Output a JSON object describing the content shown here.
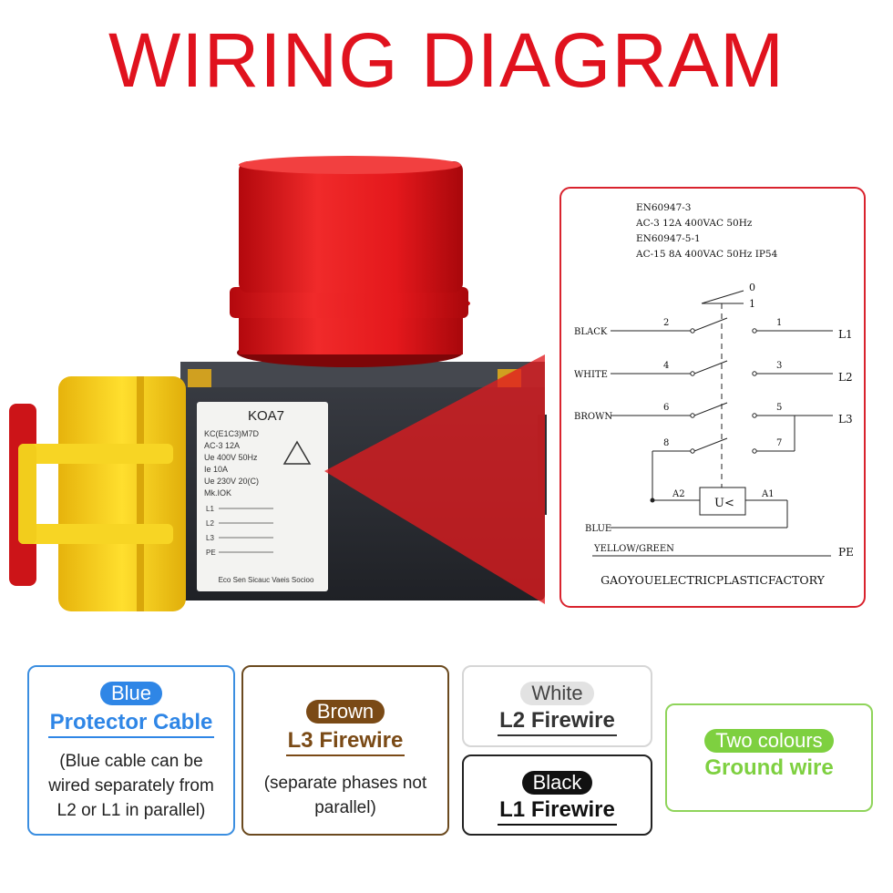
{
  "title": "WIRING DIAGRAM",
  "product": {
    "label_title": "KOA7",
    "label_lines": [
      "KC(E1C3)M7D",
      "AC-3 12A",
      "Ue 400V 50Hz",
      "Ie 10A",
      "Ue 230V 20(C)",
      "Mk.IOK"
    ],
    "label_pins": [
      "L1",
      "L2",
      "L3",
      "PE"
    ],
    "label_footer": "Eco Sen Sicauc Vaeis Socioo"
  },
  "schematic": {
    "spec_lines": [
      "EN60947-3",
      "AC-3  12A 400VAC  50Hz",
      "EN60947-5-1",
      "AC-15 8A  400VAC 50Hz  IP54"
    ],
    "position_labels": [
      "0",
      "1"
    ],
    "wires": [
      {
        "left": "BLACK",
        "in": "2",
        "out": "1",
        "right": "L1"
      },
      {
        "left": "WHITE",
        "in": "4",
        "out": "3",
        "right": "L2"
      },
      {
        "left": "BROWN",
        "in": "6",
        "out": "5",
        "right": "L3"
      }
    ],
    "aux_in": "8",
    "aux_out": "7",
    "coil": {
      "label": "U<",
      "a2": "A2",
      "a1": "A1"
    },
    "blue": "BLUE",
    "ground_left": "YELLOW/GREEN",
    "ground_right": "PE",
    "factory": "GAOYOUELECTRICPLASTICFACTORY"
  },
  "legend": {
    "blue": {
      "pill": "Blue",
      "heading": "Protector Cable",
      "note_lines": [
        "(Blue cable can be",
        "wired separately from",
        "L2 or L1 in parallel)"
      ],
      "color": "#2f86e6"
    },
    "brown": {
      "pill": "Brown",
      "heading": "L3 Firewire",
      "note_lines": [
        "(separate phases not",
        "parallel)"
      ],
      "color": "#7a4a16"
    },
    "white": {
      "pill": "White",
      "heading": "L2 Firewire",
      "color": "#e2e2e2"
    },
    "black": {
      "pill": "Black",
      "heading": "L1 Firewire",
      "color": "#111111"
    },
    "ground": {
      "pill": "Two colours",
      "heading": "Ground wire",
      "color": "#7ed040"
    }
  },
  "colors": {
    "title": "#e0121e",
    "panel_border": "#d9232e",
    "switch_red": "#e01b1f",
    "switch_yellow": "#f5d21c",
    "body_dark": "#2a2c31"
  }
}
